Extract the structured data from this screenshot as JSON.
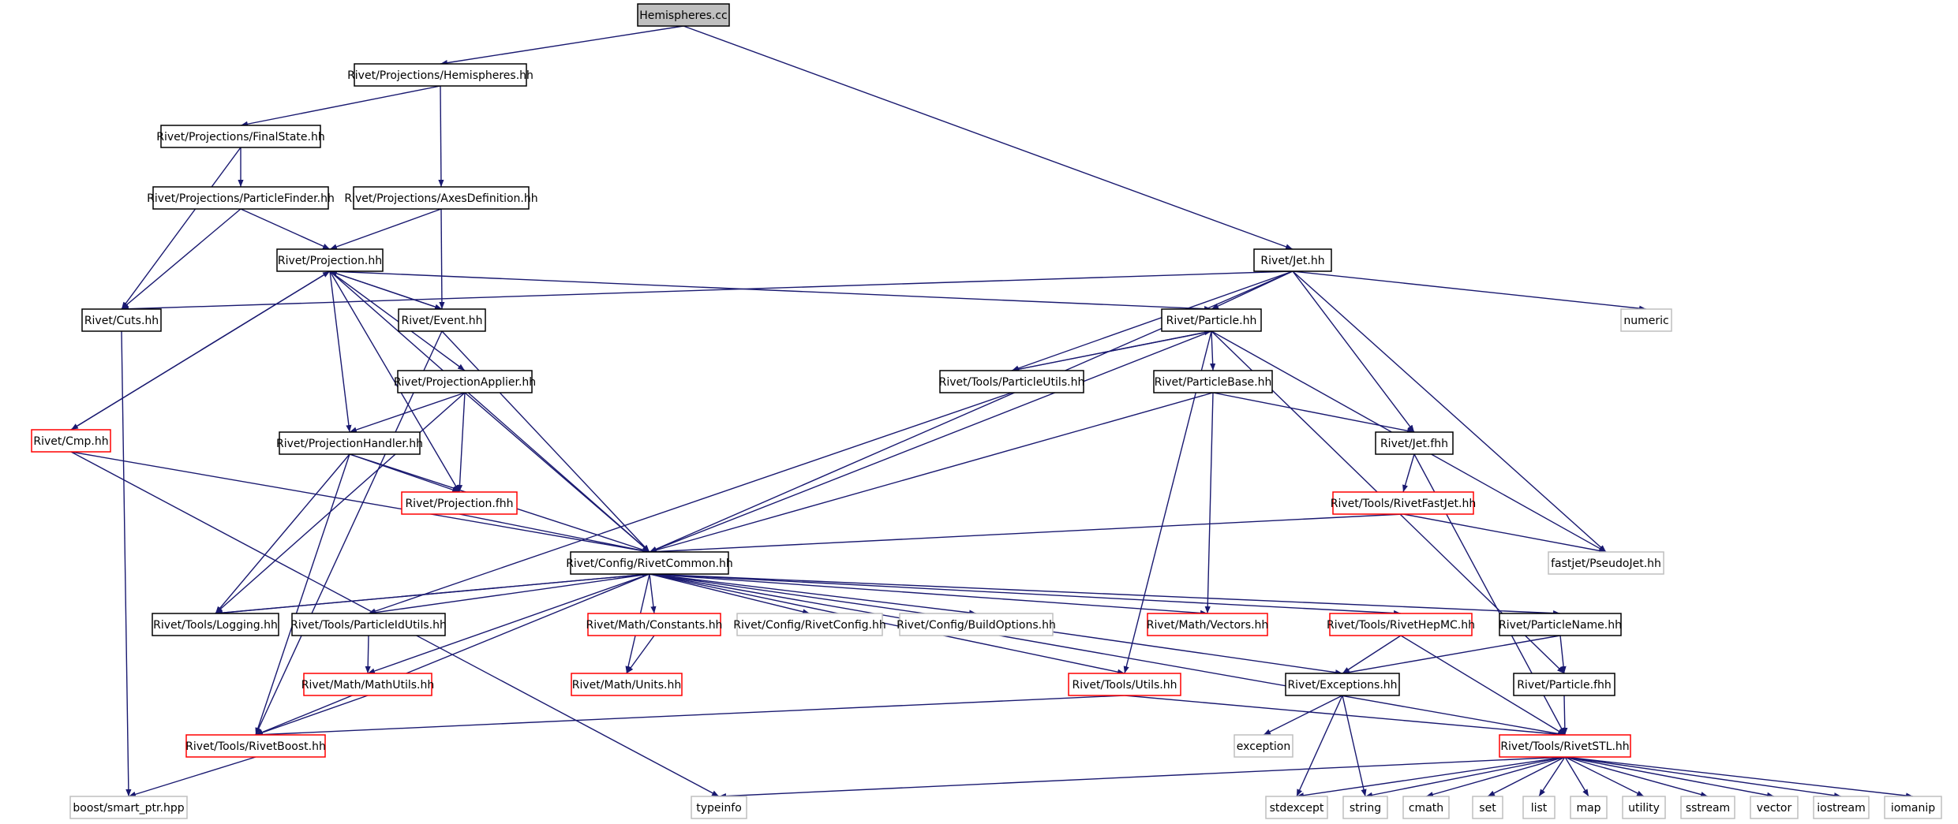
{
  "diagram": {
    "colors": {
      "edge": "#191970",
      "border_black": "#000000",
      "border_red": "#ff0000",
      "border_gray": "#bfbfbf",
      "root_fill": "#bfbfbf",
      "text": "#000000"
    },
    "nodes": [
      {
        "id": "hemispheres_cc",
        "label": "Hemispheres.cc",
        "style": "root"
      },
      {
        "id": "proj_hemispheres_hh",
        "label": "Rivet/Projections/Hemispheres.hh",
        "style": "black"
      },
      {
        "id": "proj_finalstate_hh",
        "label": "Rivet/Projections/FinalState.hh",
        "style": "black"
      },
      {
        "id": "proj_particlefinder_hh",
        "label": "Rivet/Projections/ParticleFinder.hh",
        "style": "black"
      },
      {
        "id": "proj_axesdefinition_hh",
        "label": "Rivet/Projections/AxesDefinition.hh",
        "style": "black"
      },
      {
        "id": "projection_hh",
        "label": "Rivet/Projection.hh",
        "style": "black"
      },
      {
        "id": "jet_hh",
        "label": "Rivet/Jet.hh",
        "style": "black"
      },
      {
        "id": "cuts_hh",
        "label": "Rivet/Cuts.hh",
        "style": "black"
      },
      {
        "id": "event_hh",
        "label": "Rivet/Event.hh",
        "style": "black"
      },
      {
        "id": "particle_hh",
        "label": "Rivet/Particle.hh",
        "style": "black"
      },
      {
        "id": "numeric",
        "label": "numeric",
        "style": "gray"
      },
      {
        "id": "projectionapplier_hh",
        "label": "Rivet/ProjectionApplier.hh",
        "style": "black"
      },
      {
        "id": "tools_particleutils_hh",
        "label": "Rivet/Tools/ParticleUtils.hh",
        "style": "black"
      },
      {
        "id": "particlebase_hh",
        "label": "Rivet/ParticleBase.hh",
        "style": "black"
      },
      {
        "id": "cmp_hh",
        "label": "Rivet/Cmp.hh",
        "style": "red"
      },
      {
        "id": "projectionhandler_hh",
        "label": "Rivet/ProjectionHandler.hh",
        "style": "black"
      },
      {
        "id": "jet_fhh",
        "label": "Rivet/Jet.fhh",
        "style": "black"
      },
      {
        "id": "projection_fhh",
        "label": "Rivet/Projection.fhh",
        "style": "red"
      },
      {
        "id": "tools_rivetfastjet_hh",
        "label": "Rivet/Tools/RivetFastJet.hh",
        "style": "red"
      },
      {
        "id": "config_rivetcommon_hh",
        "label": "Rivet/Config/RivetCommon.hh",
        "style": "black"
      },
      {
        "id": "fastjet_pseudojet_hh",
        "label": "fastjet/PseudoJet.hh",
        "style": "gray"
      },
      {
        "id": "tools_logging_hh",
        "label": "Rivet/Tools/Logging.hh",
        "style": "black"
      },
      {
        "id": "tools_particleidutils_hh",
        "label": "Rivet/Tools/ParticleIdUtils.hh",
        "style": "black"
      },
      {
        "id": "math_constants_hh",
        "label": "Rivet/Math/Constants.hh",
        "style": "red"
      },
      {
        "id": "config_rivetconfig_hh",
        "label": "Rivet/Config/RivetConfig.hh",
        "style": "gray"
      },
      {
        "id": "config_buildoptions_hh",
        "label": "Rivet/Config/BuildOptions.hh",
        "style": "gray"
      },
      {
        "id": "math_vectors_hh",
        "label": "Rivet/Math/Vectors.hh",
        "style": "red"
      },
      {
        "id": "tools_rivethepmc_hh",
        "label": "Rivet/Tools/RivetHepMC.hh",
        "style": "red"
      },
      {
        "id": "particlename_hh",
        "label": "Rivet/ParticleName.hh",
        "style": "black"
      },
      {
        "id": "math_mathutils_hh",
        "label": "Rivet/Math/MathUtils.hh",
        "style": "red"
      },
      {
        "id": "math_units_hh",
        "label": "Rivet/Math/Units.hh",
        "style": "red"
      },
      {
        "id": "tools_utils_hh",
        "label": "Rivet/Tools/Utils.hh",
        "style": "red"
      },
      {
        "id": "exceptions_hh",
        "label": "Rivet/Exceptions.hh",
        "style": "black"
      },
      {
        "id": "particle_fhh",
        "label": "Rivet/Particle.fhh",
        "style": "black"
      },
      {
        "id": "tools_rivetboost_hh",
        "label": "Rivet/Tools/RivetBoost.hh",
        "style": "red"
      },
      {
        "id": "exception",
        "label": "exception",
        "style": "gray"
      },
      {
        "id": "tools_rivetstl_hh",
        "label": "Rivet/Tools/RivetSTL.hh",
        "style": "red"
      },
      {
        "id": "boost_smart_ptr_hpp",
        "label": "boost/smart_ptr.hpp",
        "style": "gray"
      },
      {
        "id": "typeinfo",
        "label": "typeinfo",
        "style": "gray"
      },
      {
        "id": "stdexcept",
        "label": "stdexcept",
        "style": "gray"
      },
      {
        "id": "string",
        "label": "string",
        "style": "gray"
      },
      {
        "id": "cmath",
        "label": "cmath",
        "style": "gray"
      },
      {
        "id": "set",
        "label": "set",
        "style": "gray"
      },
      {
        "id": "list",
        "label": "list",
        "style": "gray"
      },
      {
        "id": "map",
        "label": "map",
        "style": "gray"
      },
      {
        "id": "utility",
        "label": "utility",
        "style": "gray"
      },
      {
        "id": "sstream",
        "label": "sstream",
        "style": "gray"
      },
      {
        "id": "vector",
        "label": "vector",
        "style": "gray"
      },
      {
        "id": "iostream",
        "label": "iostream",
        "style": "gray"
      },
      {
        "id": "iomanip",
        "label": "iomanip",
        "style": "gray"
      }
    ],
    "edges": [
      [
        "hemispheres_cc",
        "proj_hemispheres_hh"
      ],
      [
        "hemispheres_cc",
        "jet_hh"
      ],
      [
        "proj_hemispheres_hh",
        "proj_finalstate_hh"
      ],
      [
        "proj_hemispheres_hh",
        "proj_axesdefinition_hh"
      ],
      [
        "proj_finalstate_hh",
        "proj_particlefinder_hh"
      ],
      [
        "proj_finalstate_hh",
        "cuts_hh"
      ],
      [
        "proj_particlefinder_hh",
        "projection_hh"
      ],
      [
        "proj_particlefinder_hh",
        "cuts_hh"
      ],
      [
        "proj_axesdefinition_hh",
        "projection_hh"
      ],
      [
        "proj_axesdefinition_hh",
        "event_hh"
      ],
      [
        "projection_hh",
        "event_hh"
      ],
      [
        "projection_hh",
        "particle_hh"
      ],
      [
        "projection_hh",
        "projectionapplier_hh"
      ],
      [
        "projection_hh",
        "cmp_hh"
      ],
      [
        "projection_hh",
        "projectionhandler_hh"
      ],
      [
        "projection_hh",
        "projection_fhh"
      ],
      [
        "projection_hh",
        "config_rivetcommon_hh"
      ],
      [
        "event_hh",
        "projection_hh"
      ],
      [
        "event_hh",
        "config_rivetcommon_hh"
      ],
      [
        "event_hh",
        "tools_rivetboost_hh"
      ],
      [
        "cmp_hh",
        "projection_hh"
      ],
      [
        "cmp_hh",
        "config_rivetcommon_hh"
      ],
      [
        "cmp_hh",
        "typeinfo"
      ],
      [
        "cuts_hh",
        "boost_smart_ptr_hpp"
      ],
      [
        "jet_hh",
        "cuts_hh"
      ],
      [
        "jet_hh",
        "particle_hh"
      ],
      [
        "jet_hh",
        "numeric"
      ],
      [
        "jet_hh",
        "tools_particleutils_hh"
      ],
      [
        "jet_hh",
        "jet_fhh"
      ],
      [
        "jet_hh",
        "fastjet_pseudojet_hh"
      ],
      [
        "jet_hh",
        "config_rivetcommon_hh"
      ],
      [
        "particle_hh",
        "tools_particleutils_hh"
      ],
      [
        "particle_hh",
        "particlebase_hh"
      ],
      [
        "particle_hh",
        "config_rivetcommon_hh"
      ],
      [
        "particle_hh",
        "fastjet_pseudojet_hh"
      ],
      [
        "particle_hh",
        "particle_fhh"
      ],
      [
        "particle_hh",
        "tools_utils_hh"
      ],
      [
        "tools_particleutils_hh",
        "particle_hh"
      ],
      [
        "tools_particleutils_hh",
        "tools_particleidutils_hh"
      ],
      [
        "particlebase_hh",
        "jet_fhh"
      ],
      [
        "particlebase_hh",
        "config_rivetcommon_hh"
      ],
      [
        "particlebase_hh",
        "math_vectors_hh"
      ],
      [
        "jet_fhh",
        "tools_rivetfastjet_hh"
      ],
      [
        "jet_fhh",
        "tools_rivetstl_hh"
      ],
      [
        "tools_rivetfastjet_hh",
        "config_rivetcommon_hh"
      ],
      [
        "tools_rivetfastjet_hh",
        "fastjet_pseudojet_hh"
      ],
      [
        "projectionapplier_hh",
        "projectionhandler_hh"
      ],
      [
        "projectionapplier_hh",
        "projection_fhh"
      ],
      [
        "projectionapplier_hh",
        "config_rivetcommon_hh"
      ],
      [
        "projectionapplier_hh",
        "tools_logging_hh"
      ],
      [
        "projectionhandler_hh",
        "projection_fhh"
      ],
      [
        "projectionhandler_hh",
        "config_rivetcommon_hh"
      ],
      [
        "projectionhandler_hh",
        "tools_logging_hh"
      ],
      [
        "projectionhandler_hh",
        "tools_rivetboost_hh"
      ],
      [
        "projection_fhh",
        "config_rivetcommon_hh"
      ],
      [
        "config_rivetcommon_hh",
        "tools_logging_hh"
      ],
      [
        "config_rivetcommon_hh",
        "tools_particleidutils_hh"
      ],
      [
        "config_rivetcommon_hh",
        "math_constants_hh"
      ],
      [
        "config_rivetcommon_hh",
        "config_rivetconfig_hh"
      ],
      [
        "config_rivetcommon_hh",
        "config_buildoptions_hh"
      ],
      [
        "config_rivetcommon_hh",
        "math_vectors_hh"
      ],
      [
        "config_rivetcommon_hh",
        "tools_rivethepmc_hh"
      ],
      [
        "config_rivetcommon_hh",
        "particlename_hh"
      ],
      [
        "config_rivetcommon_hh",
        "math_mathutils_hh"
      ],
      [
        "config_rivetcommon_hh",
        "math_units_hh"
      ],
      [
        "config_rivetcommon_hh",
        "tools_utils_hh"
      ],
      [
        "config_rivetcommon_hh",
        "exceptions_hh"
      ],
      [
        "config_rivetcommon_hh",
        "tools_rivetboost_hh"
      ],
      [
        "config_rivetcommon_hh",
        "tools_rivetstl_hh"
      ],
      [
        "tools_logging_hh",
        "config_rivetcommon_hh"
      ],
      [
        "math_constants_hh",
        "math_units_hh"
      ],
      [
        "math_mathutils_hh",
        "tools_rivetboost_hh"
      ],
      [
        "tools_particleidutils_hh",
        "math_mathutils_hh"
      ],
      [
        "tools_rivethepmc_hh",
        "exceptions_hh"
      ],
      [
        "tools_rivethepmc_hh",
        "tools_rivetstl_hh"
      ],
      [
        "particlename_hh",
        "exceptions_hh"
      ],
      [
        "particlename_hh",
        "particle_fhh"
      ],
      [
        "tools_utils_hh",
        "tools_rivetboost_hh"
      ],
      [
        "tools_utils_hh",
        "tools_rivetstl_hh"
      ],
      [
        "exceptions_hh",
        "exception"
      ],
      [
        "exceptions_hh",
        "stdexcept"
      ],
      [
        "exceptions_hh",
        "string"
      ],
      [
        "particle_fhh",
        "tools_rivetstl_hh"
      ],
      [
        "tools_rivetboost_hh",
        "boost_smart_ptr_hpp"
      ],
      [
        "tools_rivetstl_hh",
        "typeinfo"
      ],
      [
        "tools_rivetstl_hh",
        "stdexcept"
      ],
      [
        "tools_rivetstl_hh",
        "string"
      ],
      [
        "tools_rivetstl_hh",
        "cmath"
      ],
      [
        "tools_rivetstl_hh",
        "set"
      ],
      [
        "tools_rivetstl_hh",
        "list"
      ],
      [
        "tools_rivetstl_hh",
        "map"
      ],
      [
        "tools_rivetstl_hh",
        "utility"
      ],
      [
        "tools_rivetstl_hh",
        "sstream"
      ],
      [
        "tools_rivetstl_hh",
        "vector"
      ],
      [
        "tools_rivetstl_hh",
        "iostream"
      ],
      [
        "tools_rivetstl_hh",
        "iomanip"
      ]
    ]
  }
}
